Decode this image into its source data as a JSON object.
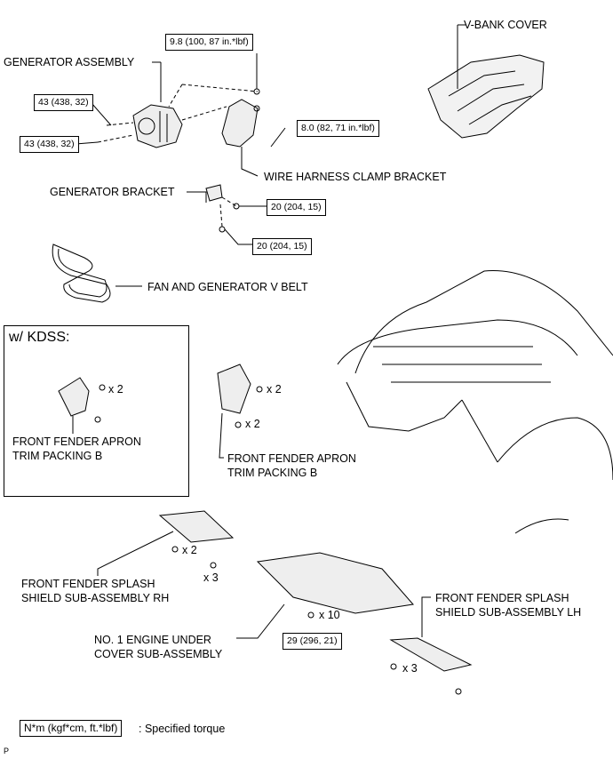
{
  "labels": {
    "v_bank_cover": "V-BANK COVER",
    "generator_assembly": "GENERATOR ASSEMBLY",
    "wire_harness_clamp_bracket": "WIRE HARNESS CLAMP BRACKET",
    "generator_bracket": "GENERATOR BRACKET",
    "fan_and_generator_v_belt": "FAN AND GENERATOR V BELT",
    "apron_kdss_line1": "FRONT FENDER APRON",
    "apron_kdss_line2": "TRIM PACKING B",
    "apron_line1": "FRONT FENDER APRON",
    "apron_line2": "TRIM PACKING B",
    "splash_rh_line1": "FRONT FENDER SPLASH",
    "splash_rh_line2": "SHIELD SUB-ASSEMBLY RH",
    "splash_lh_line1": "FRONT FENDER SPLASH",
    "splash_lh_line2": "SHIELD SUB-ASSEMBLY LH",
    "engine_under_line1": "NO. 1 ENGINE UNDER",
    "engine_under_line2": "COVER SUB-ASSEMBLY"
  },
  "kdss_title": "w/ KDSS:",
  "torques": {
    "gen_top_bolt": "9.8 (100, 87 in.*lbf)",
    "gen_bolt_upper": "43 (438, 32)",
    "gen_bolt_lower": "43 (438, 32)",
    "clamp_bracket_bolt": "8.0 (82, 71 in.*lbf)",
    "bracket_bolt_1": "20 (204, 15)",
    "bracket_bolt_2": "20 (204, 15)",
    "under_cover_bolt": "29 (296, 21)"
  },
  "quantities": {
    "kdss_clip": "x 2",
    "apron_bolt_top": "x 2",
    "apron_bolt_bottom": "x 2",
    "splash_rh_bolt": "x 2",
    "splash_rh_screw": "x 3",
    "under_cover_bolt": "x 10",
    "splash_lh_screw": "x 3"
  },
  "legend": {
    "box": "N*m (kgf*cm, ft.*lbf)",
    "text": ": Specified torque"
  },
  "corner_mark": "P"
}
